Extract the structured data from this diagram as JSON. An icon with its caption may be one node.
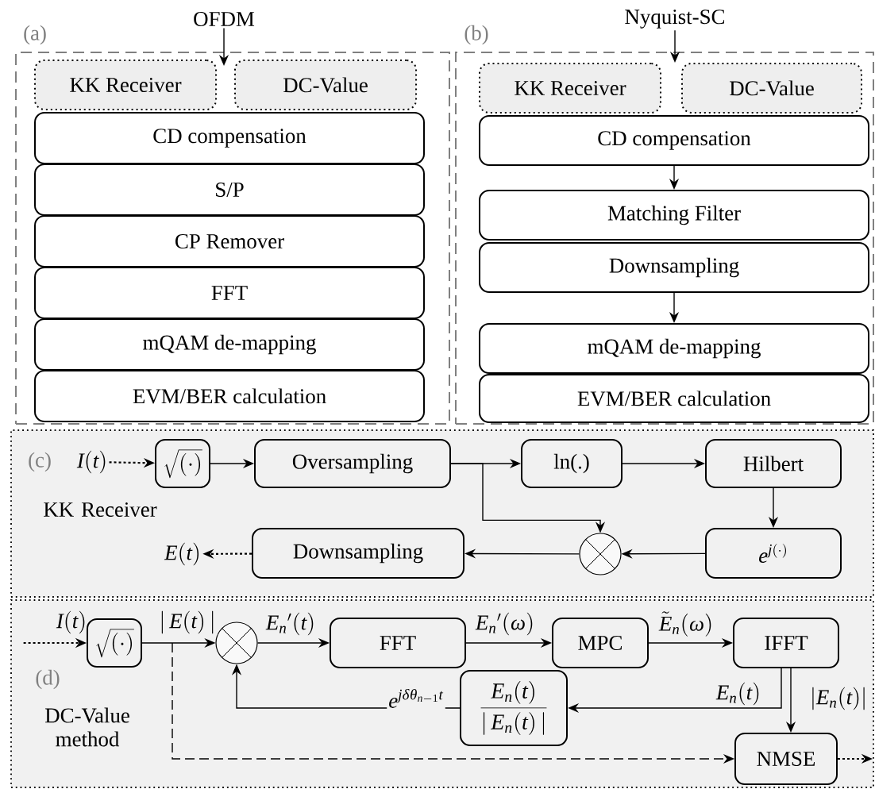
{
  "diagram": {
    "nodes": [
      {
        "text": [
          "OFDM"
        ]
      },
      {
        "text": [
          "(a)"
        ]
      },
      {
        "text": [
          "KK Receiver"
        ],
        "in": 1
      },
      {
        "text": [
          "DC-Value"
        ],
        "in": 1
      },
      {
        "text": [
          "CD compensation"
        ],
        "in": 1
      },
      {
        "text": [
          "S/P"
        ],
        "in": 1
      },
      {
        "text": [
          "CP Remover"
        ],
        "in": 1
      },
      {
        "text": [
          "FFT"
        ],
        "in": 1
      },
      {
        "text": [
          "mQAM de-mapping"
        ],
        "in": 1
      },
      {
        "text": [
          "EVM/BER calculation"
        ],
        "in": 1
      },
      {
        "text": [
          "Nyquist-SC"
        ]
      },
      {
        "text": [
          "(b)"
        ]
      },
      {
        "text": [
          "KK Receiver"
        ],
        "in": 11
      },
      {
        "text": [
          "DC-Value"
        ],
        "in": 11
      },
      {
        "text": [
          "CD compensation"
        ],
        "in": 11
      },
      {
        "text": [
          "Matching Filter"
        ],
        "in": 11
      },
      {
        "text": [
          "Downsampling"
        ],
        "in": 11
      },
      {
        "text": [
          "mQAM de-mapping"
        ],
        "in": 11
      },
      {
        "text": [
          "EVM/BER calculation"
        ],
        "in": 11
      },
      {
        "text": [
          "(c)",
          "KK Receiver"
        ]
      },
      {
        "text": [
          "I(t)"
        ],
        "in": 19
      },
      {
        "text": [
          "\\sqrt{(\\cdot)}"
        ],
        "in": 19
      },
      {
        "text": [
          "Oversampling"
        ],
        "in": 19
      },
      {
        "text": [
          "ln(.)"
        ],
        "in": 19
      },
      {
        "text": [
          "Hilbert"
        ],
        "in": 19
      },
      {
        "text": [
          "e^{j(\\cdot)}"
        ],
        "in": 19
      },
      {
        "text": [],
        "shape": "circle",
        "in": 19
      },
      {
        "text": [
          "Downsampling"
        ],
        "in": 19
      },
      {
        "text": [
          "E(t)"
        ],
        "in": 19
      },
      {
        "text": [
          "(d)",
          "DC-Value method"
        ]
      },
      {
        "text": [
          "I(t)"
        ],
        "in": 29
      },
      {
        "text": [
          "\\sqrt{(\\cdot)}"
        ],
        "in": 29
      },
      {
        "text": [],
        "shape": "circle",
        "in": 29
      },
      {
        "text": [
          "FFT"
        ],
        "in": 29
      },
      {
        "text": [
          "MPC"
        ],
        "in": 29
      },
      {
        "text": [
          "IFFT"
        ],
        "in": 29
      },
      {
        "text": [
          "\\frac{E_n(t)}{|\\,E_n(t)\\,|}"
        ],
        "in": 29
      },
      {
        "text": [
          "NMSE"
        ],
        "in": 29
      }
    ],
    "edges": [
      {
        "from": 0,
        "to": 1,
        "arrow": "to"
      },
      {
        "from": 10,
        "to": 11,
        "arrow": "to"
      },
      {
        "from": 14,
        "to": 15,
        "arrow": "to"
      },
      {
        "from": 16,
        "to": 17,
        "arrow": "to"
      },
      {
        "from": 20,
        "to": 21,
        "arrow": "to",
        "style": "dashed"
      },
      {
        "from": 21,
        "to": 22,
        "arrow": "to"
      },
      {
        "from": 22,
        "to": 23,
        "arrow": "to"
      },
      {
        "from": 22,
        "to": 26,
        "arrow": "to"
      },
      {
        "from": 23,
        "to": 24,
        "arrow": "to"
      },
      {
        "from": 24,
        "to": 25,
        "arrow": "to"
      },
      {
        "from": 25,
        "to": 26,
        "arrow": "to"
      },
      {
        "from": 26,
        "to": 27,
        "arrow": "to"
      },
      {
        "from": 27,
        "to": 28,
        "arrow": "to",
        "style": "dashed"
      },
      {
        "from": 30,
        "to": 31,
        "arrow": "to",
        "style": "dashed"
      },
      {
        "from": 31,
        "to": 32,
        "arrow": "to",
        "label": "|\\,E(t)\\,|"
      },
      {
        "from": 32,
        "to": 33,
        "arrow": "to",
        "label": "E_n{}'(t)"
      },
      {
        "from": 33,
        "to": 34,
        "arrow": "to",
        "label": "E_n{}'(\\omega)"
      },
      {
        "from": 34,
        "to": 35,
        "arrow": "to",
        "label": "\\tilde{E}_n(\\omega)"
      },
      {
        "from": 35,
        "to": 36,
        "arrow": "to",
        "label": "E_n(t)"
      },
      {
        "from": 36,
        "to": 32,
        "arrow": "to",
        "label": "e^{j\\delta\\theta_{n-1}t}"
      },
      {
        "from": 35,
        "to": 37,
        "arrow": "to",
        "label": "|E_n(t)|"
      },
      {
        "from": 31,
        "to": 37,
        "arrow": "to",
        "style": "dashed"
      },
      {
        "from": 37,
        "to": null,
        "arrow": "to",
        "style": "dashed"
      }
    ]
  }
}
